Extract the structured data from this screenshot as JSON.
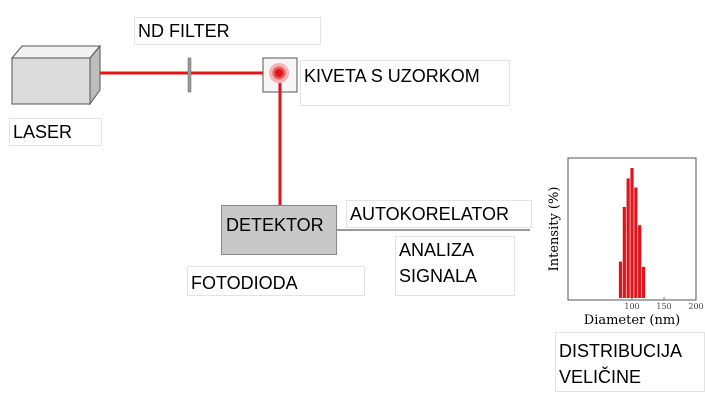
{
  "labels": {
    "nd_filter": "ND FILTER",
    "cuvette": "KIVETA S UZORKOM",
    "laser": "LASER",
    "detector": "DETEKTOR",
    "photodiode": "FOTODIODA",
    "autocorrelator": "AUTOKORELATOR",
    "analysis_line1": "ANALIZA",
    "analysis_line2": "SIGNALA",
    "distribution_line1": "DISTRIBUCIJA",
    "distribution_line2": "VELIČINE"
  },
  "colors": {
    "beam": "#e0141c",
    "bars": "#e0141c",
    "detector_fill": "#c8c8c8"
  },
  "chart_data": {
    "type": "bar",
    "xlabel": "Diameter (nm)",
    "ylabel": "Intensity (%)",
    "xlim": [
      0,
      200
    ],
    "x_ticks": [
      "100",
      "150",
      "200"
    ],
    "x": [
      82,
      88,
      94,
      100,
      106,
      112,
      118
    ],
    "values": [
      0.28,
      0.7,
      0.92,
      1.0,
      0.85,
      0.56,
      0.24
    ]
  }
}
